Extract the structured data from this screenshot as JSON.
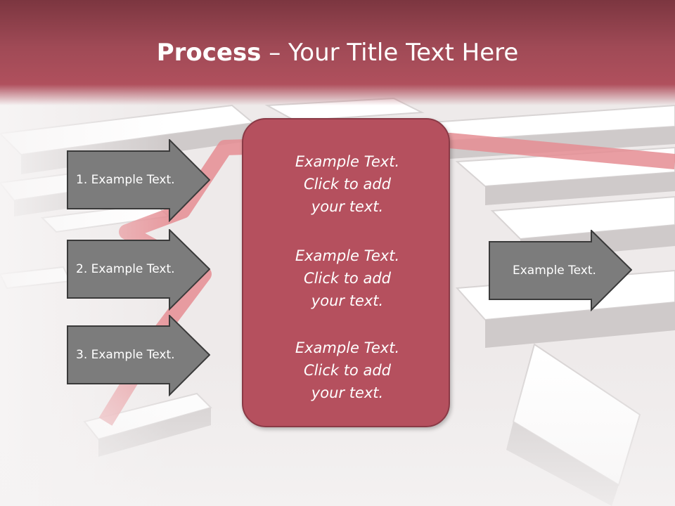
{
  "slide": {
    "title_bold": "Process",
    "title_rest": " – Your Title Text Here",
    "left_arrows": [
      {
        "label": "1. Example Text."
      },
      {
        "label": "2. Example Text."
      },
      {
        "label": "3. Example Text."
      }
    ],
    "center_blocks": [
      {
        "line1": "Example Text.",
        "line2": "Click  to add",
        "line3": "your text."
      },
      {
        "line1": "Example Text.",
        "line2": "Click  to add",
        "line3": "your text."
      },
      {
        "line1": "Example Text.",
        "line2": "Click  to add",
        "line3": "your text."
      }
    ],
    "right_arrow": {
      "label": "Example Text."
    }
  },
  "colors": {
    "header": "#a04a56",
    "center_box": "#b5505e",
    "arrow_fill": "#7c7c7c",
    "arrow_stroke": "#3a3a3a",
    "maze_path": "#e58d93"
  }
}
